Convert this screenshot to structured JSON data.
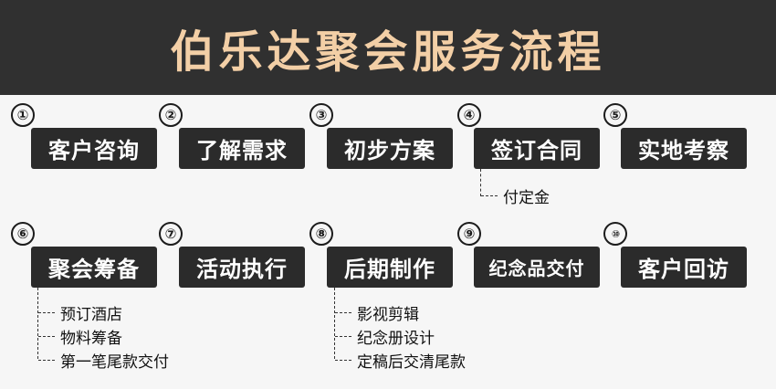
{
  "title": "伯乐达聚会服务流程",
  "steps": [
    {
      "num": "①",
      "label": "客户咨询"
    },
    {
      "num": "②",
      "label": "了解需求"
    },
    {
      "num": "③",
      "label": "初步方案"
    },
    {
      "num": "④",
      "label": "签订合同",
      "subs": [
        "付定金"
      ]
    },
    {
      "num": "⑤",
      "label": "实地考察"
    },
    {
      "num": "⑥",
      "label": "聚会筹备",
      "subs": [
        "预订酒店",
        "物料筹备",
        "第一笔尾款交付"
      ]
    },
    {
      "num": "⑦",
      "label": "活动执行"
    },
    {
      "num": "⑧",
      "label": "后期制作",
      "subs": [
        "影视剪辑",
        "纪念册设计",
        "定稿后交清尾款"
      ]
    },
    {
      "num": "⑨",
      "label": "纪念品交付"
    },
    {
      "num": "⑩",
      "label": "客户回访"
    }
  ]
}
